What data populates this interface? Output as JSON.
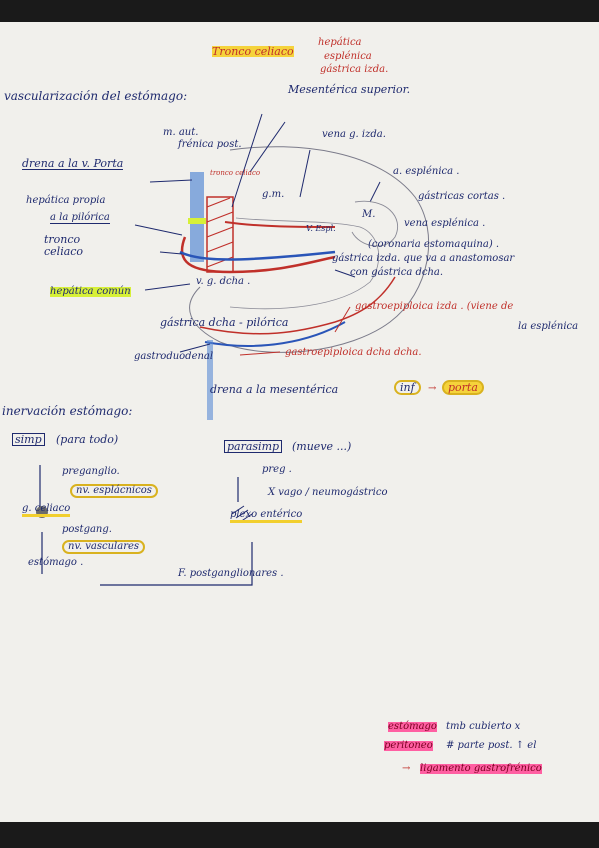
{
  "header": {
    "tronco": "Tronco celiaco",
    "branches": [
      "hepática",
      "esplénica",
      "gástrica izda."
    ]
  },
  "vasc": {
    "title": "vascularización del estómago:",
    "labels": {
      "mesenterica_sup": "Mesentérica superior.",
      "m_aut": "m. aut.",
      "frenica_post": "frénica post.",
      "vena_g_izda": "vena g. izda.",
      "vena_porta": "drena a la v. Porta",
      "a_esplenica": "a. esplénica .",
      "gastricas_cortas": "gástricas cortas .",
      "vena_esplenica": "vena esplénica .",
      "hepatica_propia": "hepática propia",
      "pilorica": "a la pilórica",
      "tronco_celiaco": "tronco celiaco",
      "v_espl": "V. Espl.",
      "coronaria": "(coronaria estomaquina) .",
      "gastrica_anastomosar": "gástrica izda. que va a anastomosar",
      "gastrica_dcha_line": "con gástrica dcha.",
      "hepatica_comun": "hepática común",
      "v_g_dcha": "v. g. dcha .",
      "gastroepiploica_izda": "gastroepiploica izda . (viene de",
      "la_esplenica": "la esplénica",
      "gastrica_dcha_pilorica": "gástrica dcha - pilórica",
      "gastroduodenal": "gastroduodenal",
      "gastroepiploica_dcha": "gastroepiploica dcha dcha.",
      "drena_mesenterica": "drena a la mesentérica",
      "inf": "inf",
      "porta": "porta",
      "gm": "g.m.",
      "tronco_celiaco_small": "tronco celiaco",
      "m": "M."
    }
  },
  "inerv": {
    "title": "inervación estómago:",
    "simp": "simp",
    "simp_note": "(para todo)",
    "preganglio": "preganglio.",
    "nv_esplacnicos": "nv. esplácnicos",
    "g_celiaco": "g. celiaco",
    "postganglio": "postgang.",
    "nv_vasculares": "nv. vasculares",
    "estomago": "estómago .",
    "parasimp": "parasimp",
    "parasimp_note": "(mueve ...)",
    "preg": "preg .",
    "x_vago": "X vago / neumogástrico",
    "plexo_enterico": "plexo entérico",
    "f_postganglionares": "F. postganglionares ."
  },
  "note": {
    "estomago": "estómago",
    "line1_rest": "tmb cubierto x",
    "peritoneo": "peritoneo",
    "line2_rest": "# parte post. ↑ el",
    "arrow": "→",
    "ligamento": "ligamento gastrofrénico"
  },
  "colors": {
    "paper": "#f1f0ec",
    "ink": "#1f2a6e",
    "red": "#c0302a",
    "yellow": "#f5d33b",
    "pink": "#ff5fa2",
    "green_yellow": "#d7f038"
  }
}
